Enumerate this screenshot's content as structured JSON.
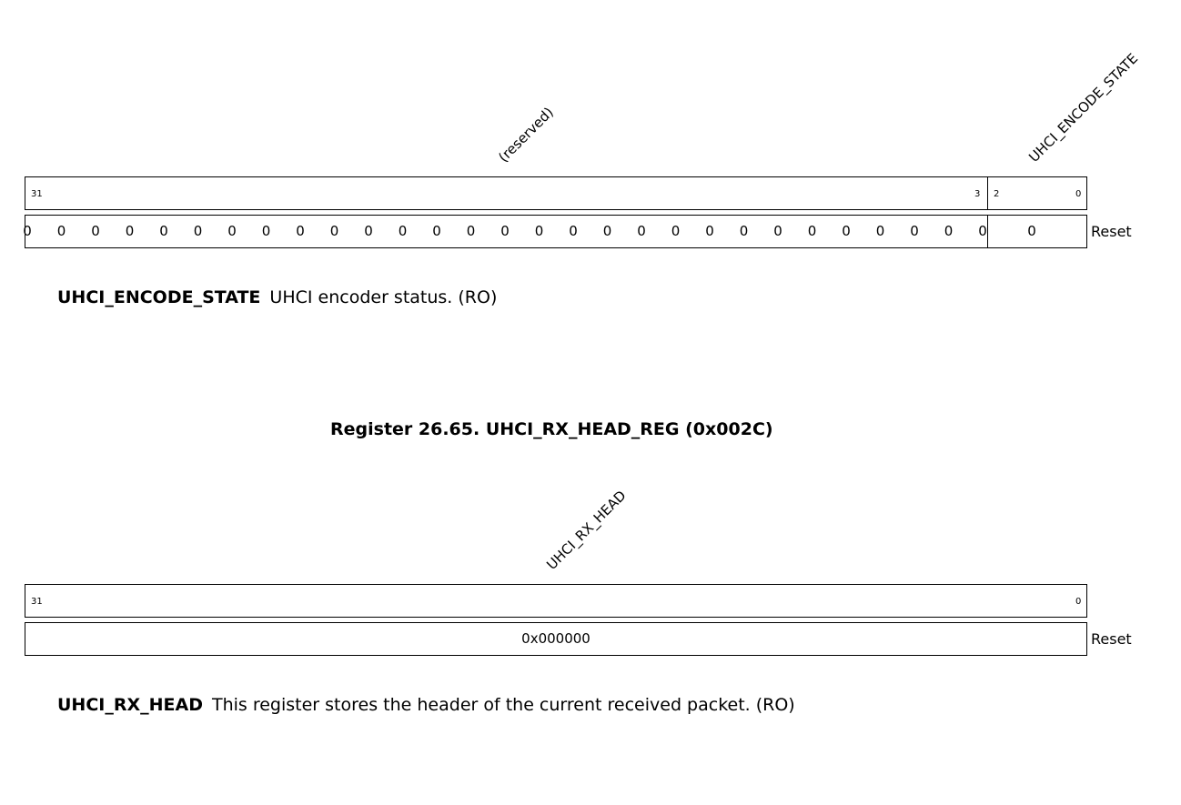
{
  "reg1": {
    "field_labels": {
      "reserved": "(reserved)",
      "encode_state": "UHCI_ENCODE_STATE"
    },
    "bit_numbers": {
      "b31": "31",
      "b3": "3",
      "b2": "2",
      "b0": "0"
    },
    "reserved_reset_bits": [
      "0",
      "0",
      "0",
      "0",
      "0",
      "0",
      "0",
      "0",
      "0",
      "0",
      "0",
      "0",
      "0",
      "0",
      "0",
      "0",
      "0",
      "0",
      "0",
      "0",
      "0",
      "0",
      "0",
      "0",
      "0",
      "0",
      "0",
      "0",
      "0"
    ],
    "encode_state_reset": "0",
    "reset_label": "Reset",
    "description": {
      "name": "UHCI_ENCODE_STATE",
      "text": "UHCI encoder status. (RO)"
    }
  },
  "reg2": {
    "title": "Register 26.65. UHCI_RX_HEAD_REG (0x002C)",
    "field_label": "UHCI_RX_HEAD",
    "bit_numbers": {
      "b31": "31",
      "b0": "0"
    },
    "reset_value": "0x000000",
    "reset_label": "Reset",
    "description": {
      "name": "UHCI_RX_HEAD",
      "text": "This register stores the header of the current received packet. (RO)"
    }
  }
}
